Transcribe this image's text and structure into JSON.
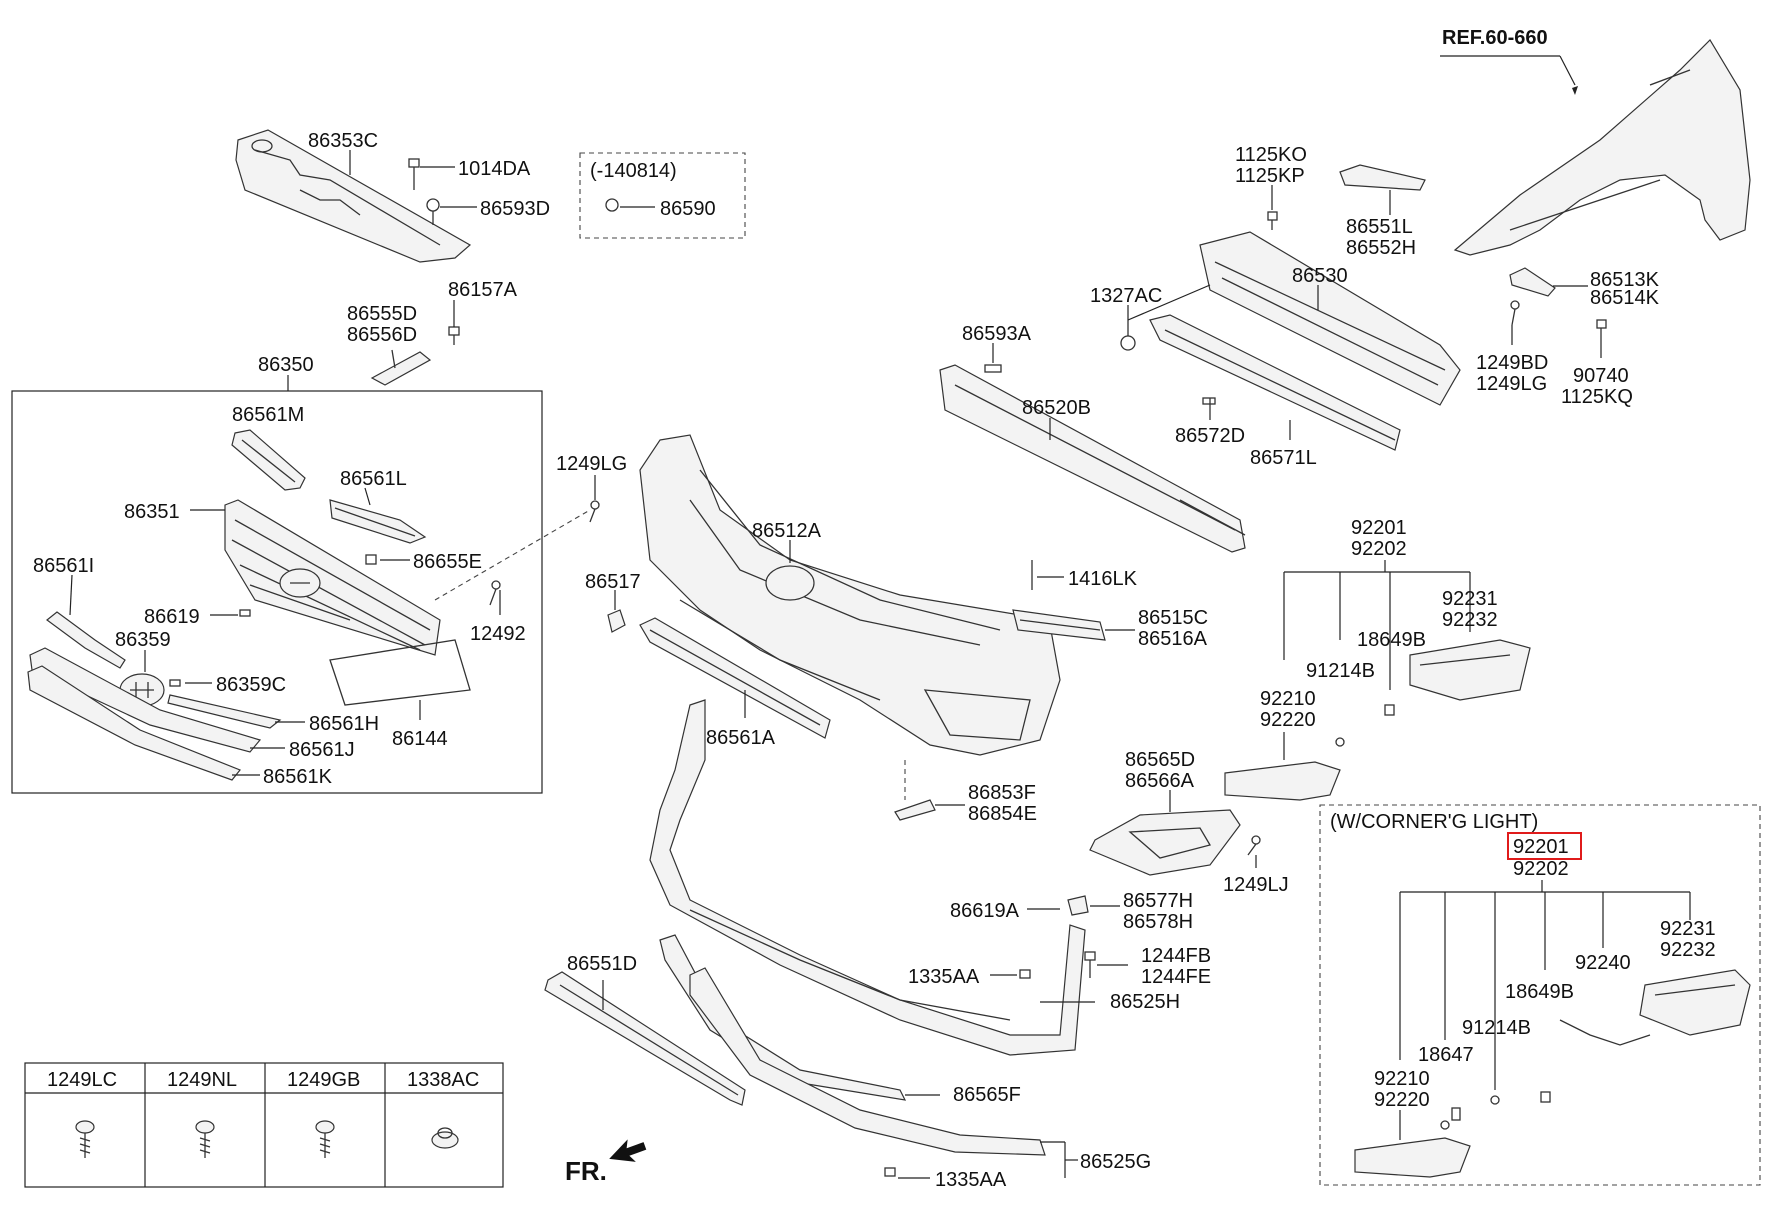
{
  "reference": "REF.60-660",
  "direction_label": "FR.",
  "variant_note": "(-140814)",
  "corner_light_title": "(W/CORNER'G LIGHT)",
  "highlighted_part": "92201",
  "callouts": {
    "c86353C": "86353C",
    "c1014DA": "1014DA",
    "c86593D": "86593D",
    "c86590": "86590",
    "c86157A": "86157A",
    "c86555D": "86555D",
    "c86556D": "86556D",
    "c86350": "86350",
    "c86561M": "86561M",
    "c86561L": "86561L",
    "c86351": "86351",
    "c86655E": "86655E",
    "c86561I": "86561I",
    "c86619": "86619",
    "c86359": "86359",
    "c12492": "12492",
    "c86359C": "86359C",
    "c86561H": "86561H",
    "c86561J": "86561J",
    "c86144": "86144",
    "c86561K": "86561K",
    "c1249LG_a": "1249LG",
    "c86517": "86517",
    "c86512A": "86512A",
    "c86561A": "86561A",
    "c1125KO": "1125KO",
    "c1125KP": "1125KP",
    "c86551L": "86551L",
    "c86552H": "86552H",
    "c1327AC": "1327AC",
    "c86530": "86530",
    "c86593A": "86593A",
    "c86520B": "86520B",
    "c86572D": "86572D",
    "c86571L": "86571L",
    "c86513K": "86513K",
    "c86514K": "86514K",
    "c1249BD": "1249BD",
    "c1249LG_b": "1249LG",
    "c90740": "90740",
    "c1125KQ": "1125KQ",
    "c1416LK": "1416LK",
    "c86515C": "86515C",
    "c86516A": "86516A",
    "c92201_a": "92201",
    "c92202_a": "92202",
    "c92231_a": "92231",
    "c92232_a": "92232",
    "c18649B_a": "18649B",
    "c91214B_a": "91214B",
    "c92210_a": "92210",
    "c92220_a": "92220",
    "c86565D": "86565D",
    "c86566A": "86566A",
    "c86853F": "86853F",
    "c86854E": "86854E",
    "c1249LJ": "1249LJ",
    "c86619A": "86619A",
    "c86577H": "86577H",
    "c86578H": "86578H",
    "c1244FB": "1244FB",
    "c1244FE": "1244FE",
    "c1335AA_a": "1335AA",
    "c86525H": "86525H",
    "c86551D": "86551D",
    "c86565F": "86565F",
    "c86525G": "86525G",
    "c1335AA_b": "1335AA",
    "c92201_b": "92201",
    "c92202_b": "92202",
    "c92231_b": "92231",
    "c92232_b": "92232",
    "c92240": "92240",
    "c18649B_b": "18649B",
    "c91214B_b": "91214B",
    "c18647": "18647",
    "c92210_b": "92210",
    "c92220_b": "92220"
  },
  "fastener_table": {
    "headers": [
      "1249LC",
      "1249NL",
      "1249GB",
      "1338AC"
    ],
    "icons": [
      "screw-icon",
      "screw-icon",
      "screw-icon",
      "nut-icon"
    ]
  }
}
